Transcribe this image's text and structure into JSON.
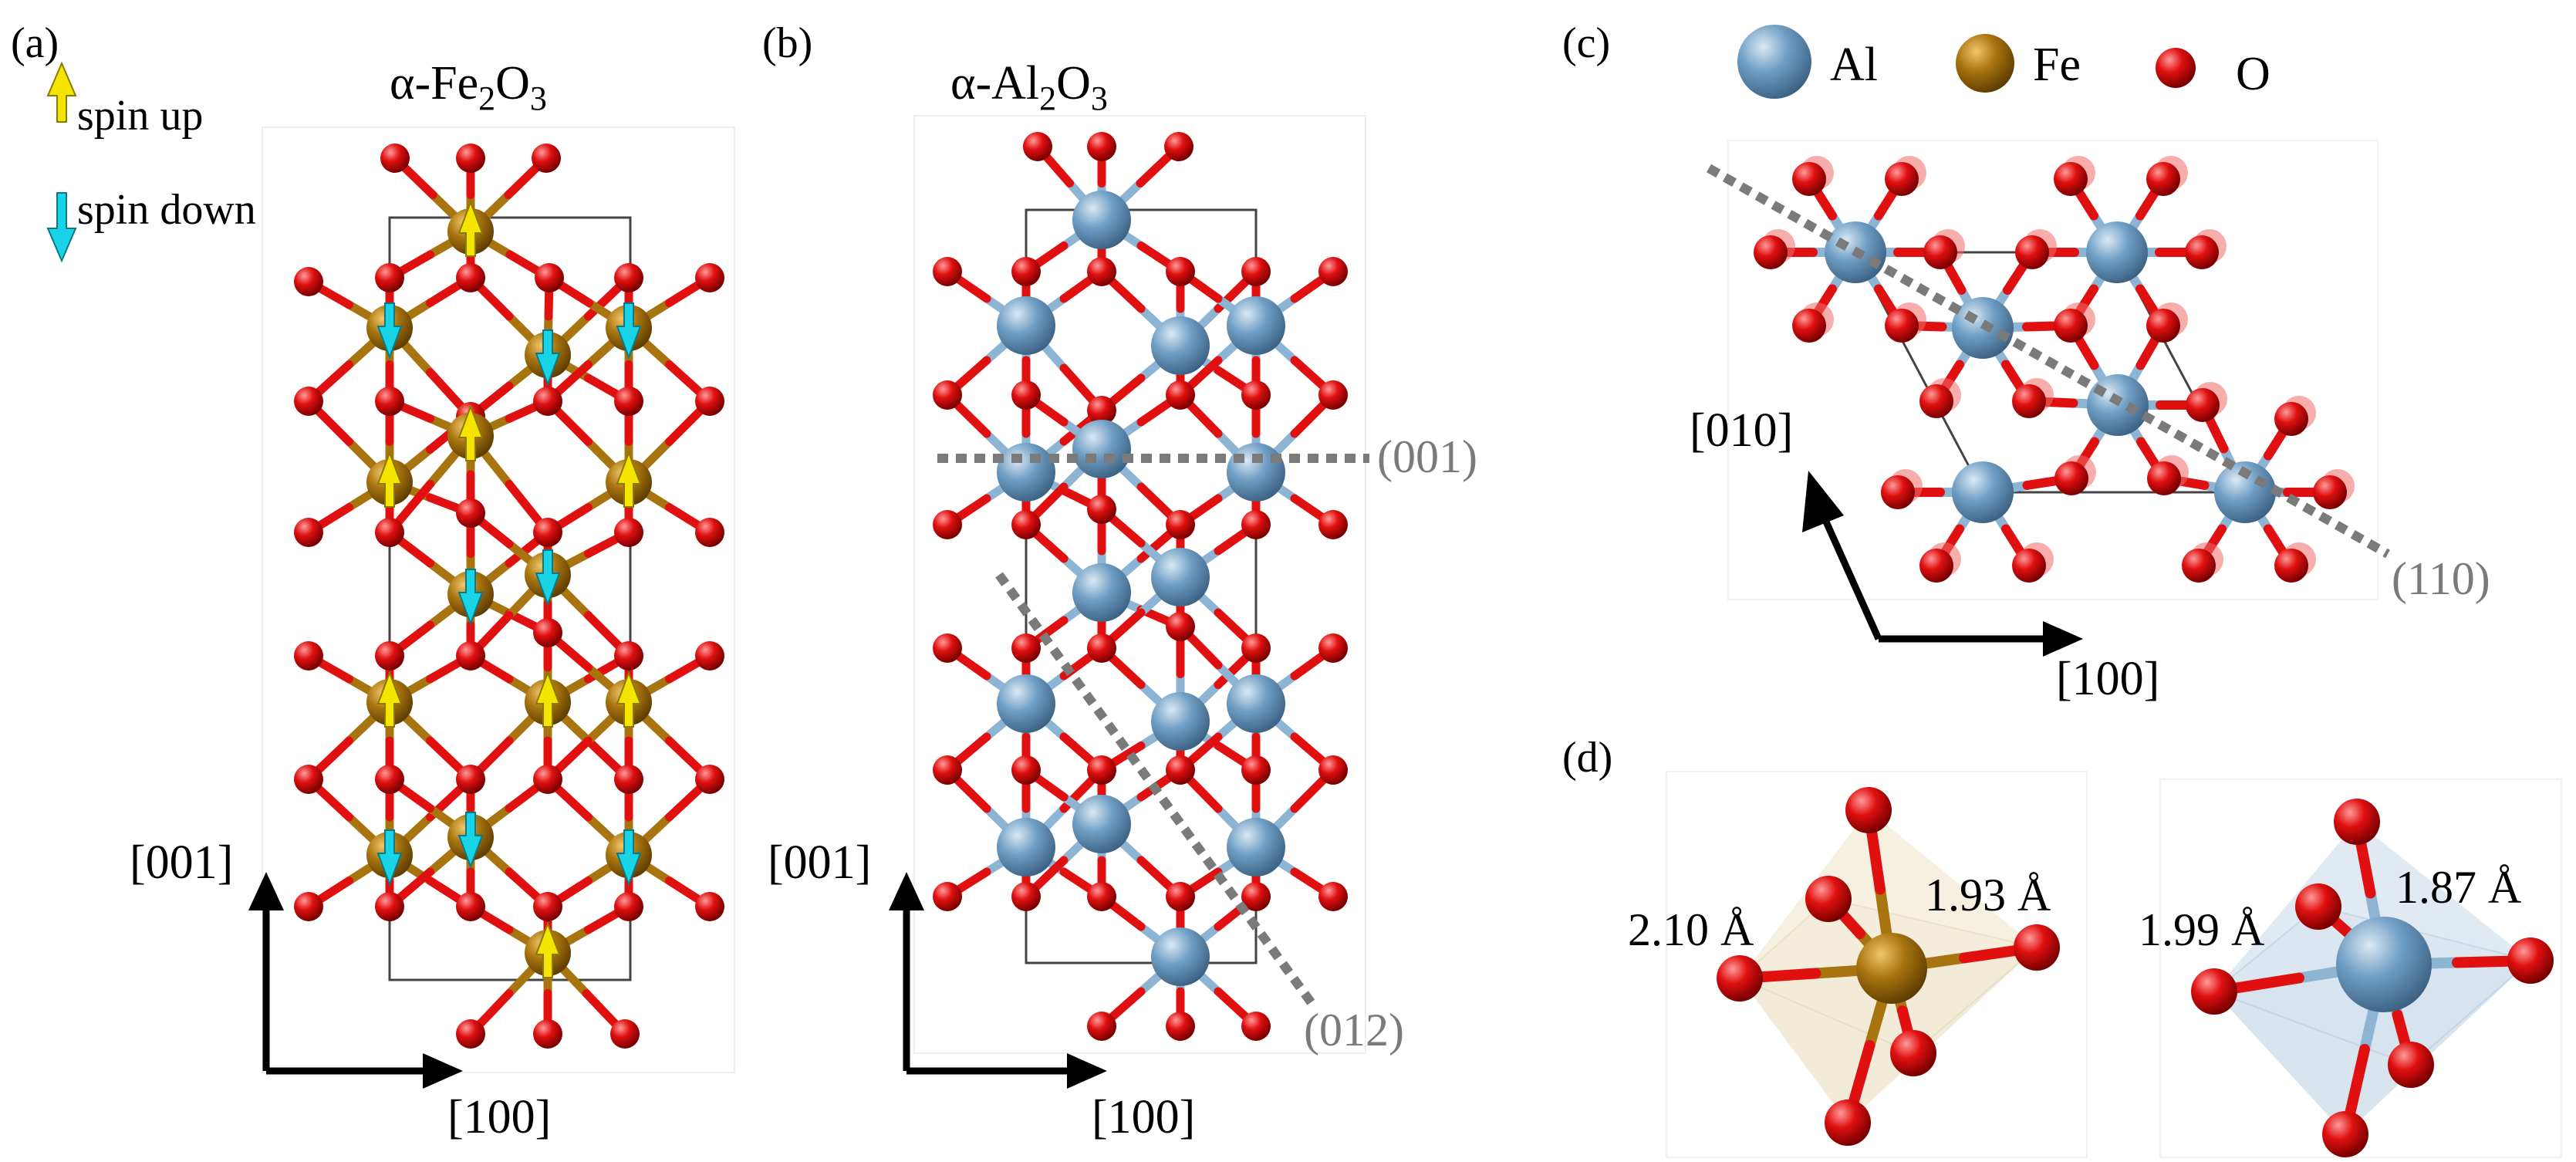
{
  "panels": {
    "a": {
      "label": "(a)",
      "title_main": "α-Fe",
      "title_sub1": "2",
      "title_mid": "O",
      "title_sub2": "3",
      "spin_up": "spin up",
      "spin_down": "spin down",
      "axis_vertical": "[001]",
      "axis_horizontal": "[100]"
    },
    "b": {
      "label": "(b)",
      "title_main": "α-Al",
      "title_sub1": "2",
      "title_mid": "O",
      "title_sub2": "3",
      "plane_001": "(001)",
      "plane_012": "(012)",
      "axis_vertical": "[001]",
      "axis_horizontal": "[100]"
    },
    "c": {
      "label": "(c)",
      "legend": [
        {
          "element": "Al",
          "color": "#6f9ec4"
        },
        {
          "element": "Fe",
          "color": "#a8740f"
        },
        {
          "element": "O",
          "color": "#e01010"
        }
      ],
      "plane_110": "(110)",
      "axis_a": "[010]",
      "axis_b": "[100]"
    },
    "d": {
      "label": "(d)",
      "fe_bond_long": "2.10 Å",
      "fe_bond_short": "1.93 Å",
      "al_bond_long": "1.99 Å",
      "al_bond_short": "1.87 Å"
    }
  },
  "colors": {
    "al": "#6f9ec4",
    "fe": "#a8740f",
    "o": "#e01010",
    "spin_up": "#f5e400",
    "spin_down": "#19d4e6",
    "plane_line": "#7a7a7a"
  }
}
